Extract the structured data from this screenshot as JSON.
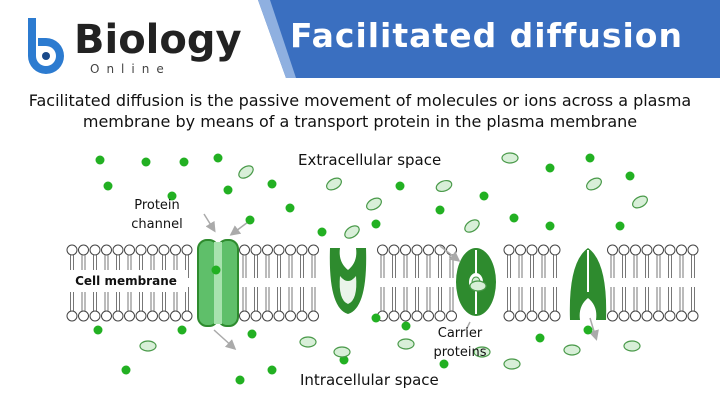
{
  "logo": {
    "name": "Biology",
    "sub": "Online"
  },
  "banner": {
    "title": "Facilitated diffusion"
  },
  "description": {
    "line1": "Facilitated diffusion  is the passive movement of molecules or ions across a plasma",
    "line2": "membrane by means of a transport protein in the plasma membrane"
  },
  "labels": {
    "extracellular": "Extracellular space",
    "intracellular": "Intracellular space",
    "protein_channel_1": "Protein",
    "protein_channel_2": "channel",
    "carrier_1": "Carrier",
    "carrier_2": "proteins",
    "cell_membrane": "Cell membrane"
  },
  "colors": {
    "banner": "#3a6fc0",
    "protein_green": "#2e8b2e",
    "channel_green": "#5fbf6a",
    "dot_green": "#22b022",
    "ellipse_fill": "#d8efd8",
    "ellipse_stroke": "#4a9a4a"
  }
}
